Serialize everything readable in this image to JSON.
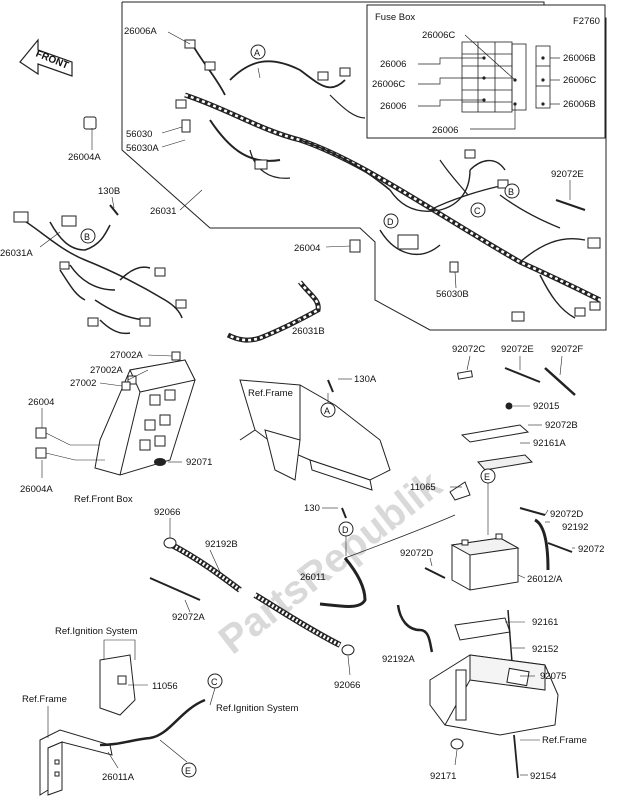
{
  "diagram": {
    "figure_code": "F2760",
    "watermark": "PartsRepublik",
    "front_label": "FRONT",
    "fuse_box": {
      "title": "Fuse Box",
      "left_labels": [
        "26006C",
        "26006",
        "26006C",
        "26006",
        "26006"
      ],
      "right_labels": [
        "26006B",
        "26006C",
        "26006B"
      ]
    },
    "callouts": [
      "A",
      "B",
      "C",
      "D",
      "E"
    ],
    "parts": {
      "p26006A": "26006A",
      "p26004A_top": "26004A",
      "p56030": "56030",
      "p56030A": "56030A",
      "p130B": "130B",
      "p26031": "26031",
      "p26031A": "26031A",
      "p26004": "26004",
      "p56030B": "56030B",
      "p92072E_top": "92072E",
      "p26031B": "26031B",
      "p27002A_1": "27002A",
      "p27002A_2": "27002A",
      "p27002": "27002",
      "p26004_left": "26004",
      "p26004A_left": "26004A",
      "p92071": "92071",
      "p130A": "130A",
      "p92072C": "92072C",
      "p92072E_mid": "92072E",
      "p92072F": "92072F",
      "p92015": "92015",
      "p92072B": "92072B",
      "p92161A": "92161A",
      "p11065": "11065",
      "p130": "130",
      "p92066_top": "92066",
      "p92192B": "92192B",
      "p92072D_right": "92072D",
      "p92192": "92192",
      "p92072": "92072",
      "p92072D": "92072D",
      "p26012": "26012/A",
      "p26011": "26011",
      "p92072A": "92072A",
      "p92161": "92161",
      "p92152": "92152",
      "p92192A": "92192A",
      "p92075": "92075",
      "p11056": "11056",
      "p92066_bottom": "92066",
      "p26011A": "26011A",
      "p92171": "92171",
      "p92154": "92154"
    },
    "references": {
      "front_box": "Ref.Front Box",
      "frame_top": "Ref.Frame",
      "ignition_1": "Ref.Ignition System",
      "ignition_2": "Ref.Ignition System",
      "frame_left": "Ref.Frame",
      "frame_right": "Ref.Frame"
    }
  }
}
